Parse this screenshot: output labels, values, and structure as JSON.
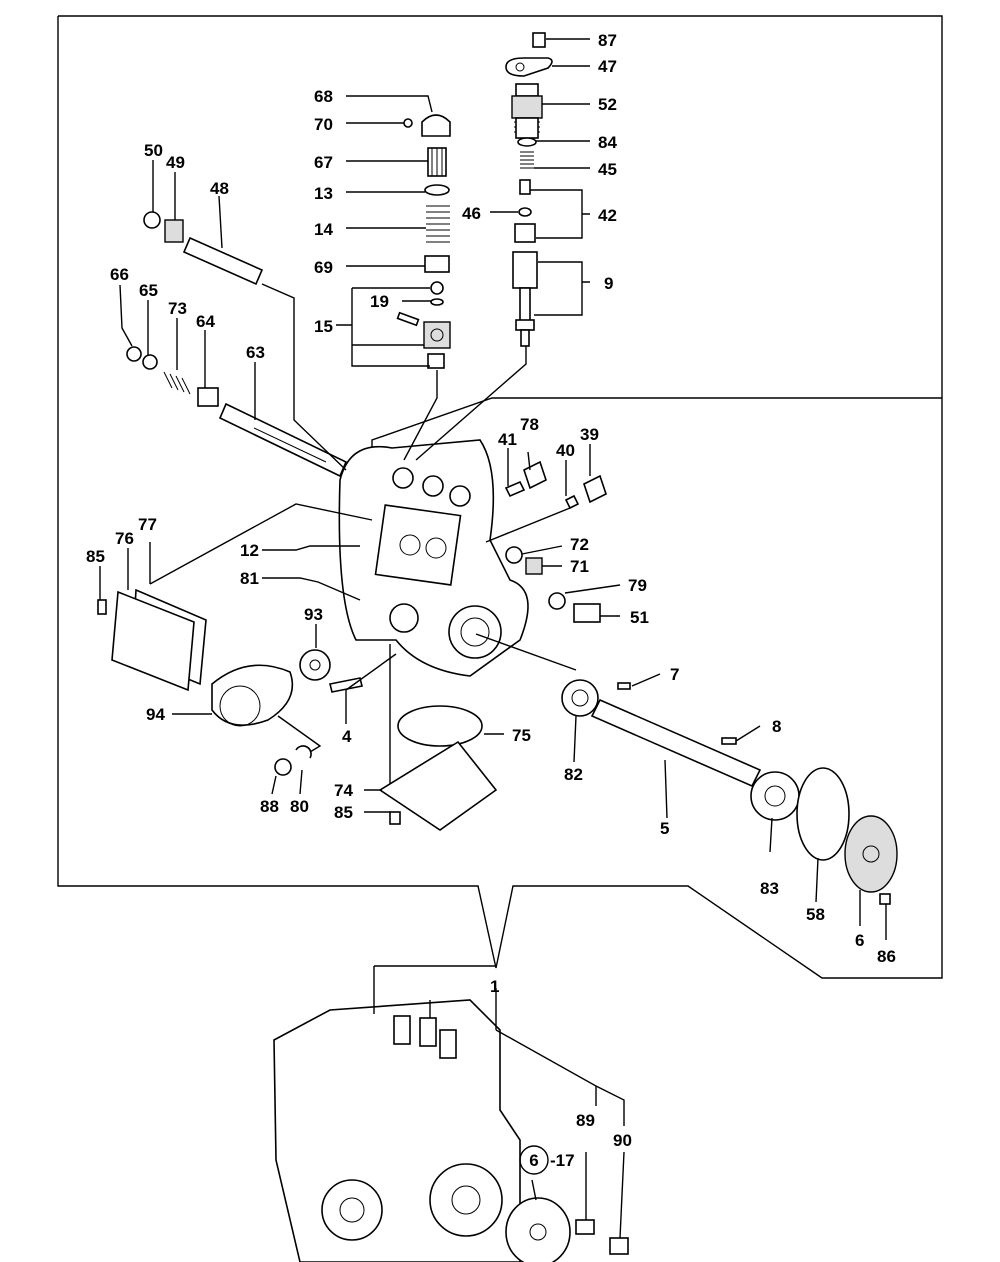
{
  "callouts": [
    {
      "key": "p87",
      "label": "87"
    },
    {
      "key": "p47",
      "label": "47"
    },
    {
      "key": "p52",
      "label": "52"
    },
    {
      "key": "p84",
      "label": "84"
    },
    {
      "key": "p45",
      "label": "45"
    },
    {
      "key": "p42",
      "label": "42"
    },
    {
      "key": "p46",
      "label": "46"
    },
    {
      "key": "p9",
      "label": "9"
    },
    {
      "key": "p68",
      "label": "68"
    },
    {
      "key": "p70",
      "label": "70"
    },
    {
      "key": "p67",
      "label": "67"
    },
    {
      "key": "p13",
      "label": "13"
    },
    {
      "key": "p14",
      "label": "14"
    },
    {
      "key": "p69",
      "label": "69"
    },
    {
      "key": "p19",
      "label": "19"
    },
    {
      "key": "p15",
      "label": "15"
    },
    {
      "key": "p50",
      "label": "50"
    },
    {
      "key": "p49",
      "label": "49"
    },
    {
      "key": "p48",
      "label": "48"
    },
    {
      "key": "p66",
      "label": "66"
    },
    {
      "key": "p65",
      "label": "65"
    },
    {
      "key": "p73",
      "label": "73"
    },
    {
      "key": "p64",
      "label": "64"
    },
    {
      "key": "p63",
      "label": "63"
    },
    {
      "key": "p41",
      "label": "41"
    },
    {
      "key": "p78",
      "label": "78"
    },
    {
      "key": "p40",
      "label": "40"
    },
    {
      "key": "p39",
      "label": "39"
    },
    {
      "key": "p72",
      "label": "72"
    },
    {
      "key": "p71",
      "label": "71"
    },
    {
      "key": "p79",
      "label": "79"
    },
    {
      "key": "p51",
      "label": "51"
    },
    {
      "key": "p12",
      "label": "12"
    },
    {
      "key": "p81",
      "label": "81"
    },
    {
      "key": "p85a",
      "label": "85"
    },
    {
      "key": "p76",
      "label": "76"
    },
    {
      "key": "p77",
      "label": "77"
    },
    {
      "key": "p93",
      "label": "93"
    },
    {
      "key": "p94",
      "label": "94"
    },
    {
      "key": "p4",
      "label": "4"
    },
    {
      "key": "p88",
      "label": "88"
    },
    {
      "key": "p80",
      "label": "80"
    },
    {
      "key": "p75",
      "label": "75"
    },
    {
      "key": "p74",
      "label": "74"
    },
    {
      "key": "p85b",
      "label": "85"
    },
    {
      "key": "p82",
      "label": "82"
    },
    {
      "key": "p7",
      "label": "7"
    },
    {
      "key": "p8",
      "label": "8"
    },
    {
      "key": "p5",
      "label": "5"
    },
    {
      "key": "p83",
      "label": "83"
    },
    {
      "key": "p58",
      "label": "58"
    },
    {
      "key": "p6",
      "label": "6"
    },
    {
      "key": "p86",
      "label": "86"
    },
    {
      "key": "p1",
      "label": "1"
    },
    {
      "key": "p89",
      "label": "89"
    },
    {
      "key": "p90",
      "label": "90"
    }
  ],
  "reference": {
    "circle": "6",
    "suffix": "-17"
  }
}
